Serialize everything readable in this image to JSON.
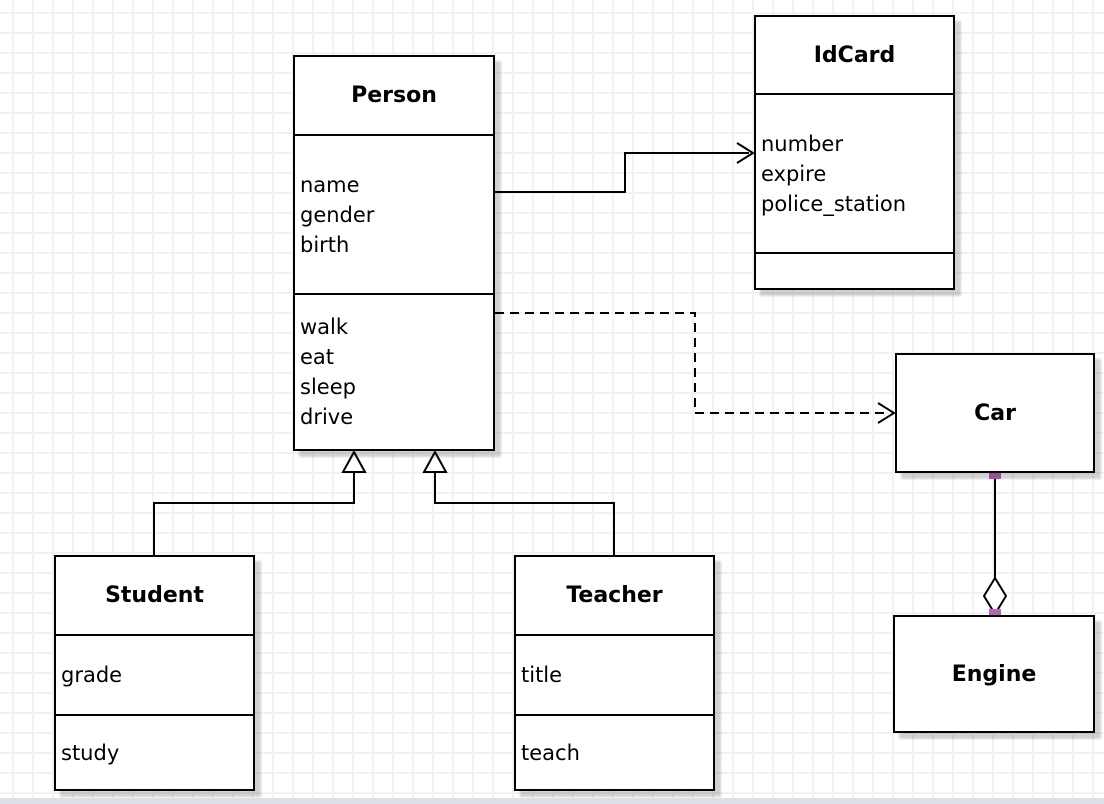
{
  "canvas": {
    "grid_color": "#f2f2f4",
    "bottom_strip_color": "#dde1e7",
    "handle_color": "#b565b5"
  },
  "classes": {
    "person": {
      "title": "Person",
      "attributes": [
        "name",
        "gender",
        "birth"
      ],
      "methods": [
        "walk",
        "eat",
        "sleep",
        "drive"
      ]
    },
    "idcard": {
      "title": "IdCard",
      "attributes": [
        "number",
        "expire",
        "police_station"
      ],
      "methods": []
    },
    "car": {
      "title": "Car",
      "attributes": [],
      "methods": []
    },
    "engine": {
      "title": "Engine",
      "attributes": [],
      "methods": []
    },
    "student": {
      "title": "Student",
      "attributes": [
        "grade"
      ],
      "methods": [
        "study"
      ]
    },
    "teacher": {
      "title": "Teacher",
      "attributes": [
        "title"
      ],
      "methods": [
        "teach"
      ]
    }
  },
  "relations": [
    {
      "from": "Person",
      "to": "IdCard",
      "type": "directed-association",
      "line": "solid",
      "end": "open-arrow"
    },
    {
      "from": "Person",
      "to": "Car",
      "type": "dependency",
      "line": "dashed",
      "end": "open-arrow"
    },
    {
      "from": "Student",
      "to": "Person",
      "type": "generalization",
      "line": "solid",
      "end": "hollow-triangle"
    },
    {
      "from": "Teacher",
      "to": "Person",
      "type": "generalization",
      "line": "solid",
      "end": "hollow-triangle"
    },
    {
      "from": "Car",
      "to": "Engine",
      "type": "aggregation",
      "line": "solid",
      "end": "hollow-diamond",
      "selected_handles": 2
    }
  ]
}
